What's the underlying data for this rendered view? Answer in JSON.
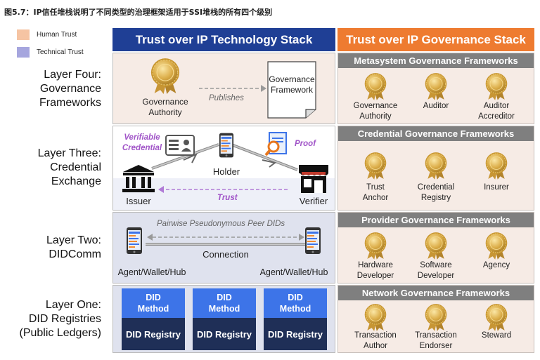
{
  "figure": {
    "title": "图5.7：IP信任堆栈说明了不同类型的治理框架适用于SSI堆栈的所有四个级别"
  },
  "legend": [
    {
      "label": "Human Trust",
      "color": "#f6c4a3"
    },
    {
      "label": "Technical Trust",
      "color": "#a6a6de"
    }
  ],
  "layers": [
    {
      "line1": "Layer Four:",
      "line2": "Governance",
      "line3": "Frameworks"
    },
    {
      "line1": "Layer Three:",
      "line2": "Credential",
      "line3": "Exchange"
    },
    {
      "line1": "Layer Two:",
      "line2": "DIDComm",
      "line3": ""
    },
    {
      "line1": "Layer One:",
      "line2": "DID Registries",
      "line3": "(Public Ledgers)"
    }
  ],
  "tech_stack": {
    "header": "Trust over IP Technology Stack",
    "l4": {
      "authority_line1": "Governance",
      "authority_line2": "Authority",
      "publishes": "Publishes",
      "doc_line1": "Governance",
      "doc_line2": "Framework"
    },
    "l3": {
      "vc_line1": "Verifiable",
      "vc_line2": "Credential",
      "proof": "Proof",
      "holder": "Holder",
      "issuer": "Issuer",
      "verifier": "Verifier",
      "trust": "Trust"
    },
    "l2": {
      "pairwise": "Pairwise Pseudonymous Peer DIDs",
      "connection": "Connection",
      "left_agent": "Agent/Wallet/Hub",
      "right_agent": "Agent/Wallet/Hub"
    },
    "l1": [
      {
        "method_line1": "DID",
        "method_line2": "Method",
        "registry": "DID Registry"
      },
      {
        "method_line1": "DID",
        "method_line2": "Method",
        "registry": "DID Registry"
      },
      {
        "method_line1": "DID",
        "method_line2": "Method",
        "registry": "DID Registry"
      }
    ]
  },
  "gov_stack": {
    "header": "Trust over IP Governance Stack",
    "boxes": [
      {
        "title": "Metasystem Governance Frameworks",
        "roles": [
          {
            "line1": "Governance",
            "line2": "Authority"
          },
          {
            "line1": "Auditor",
            "line2": ""
          },
          {
            "line1": "Auditor",
            "line2": "Accreditor"
          }
        ]
      },
      {
        "title": "Credential Governance Frameworks",
        "roles": [
          {
            "line1": "Trust",
            "line2": "Anchor"
          },
          {
            "line1": "Credential",
            "line2": "Registry"
          },
          {
            "line1": "Insurer",
            "line2": ""
          }
        ]
      },
      {
        "title": "Provider Governance Frameworks",
        "roles": [
          {
            "line1": "Hardware",
            "line2": "Developer"
          },
          {
            "line1": "Software",
            "line2": "Developer"
          },
          {
            "line1": "Agency",
            "line2": ""
          }
        ]
      },
      {
        "title": "Network Governance Frameworks",
        "roles": [
          {
            "line1": "Transaction",
            "line2": "Author"
          },
          {
            "line1": "Transaction",
            "line2": "Endorser"
          },
          {
            "line1": "Steward",
            "line2": ""
          }
        ]
      }
    ]
  },
  "colors": {
    "tech_header": "#1f3f95",
    "gov_header": "#ee7b30",
    "gov_box_title": "#7f7f7f",
    "did_method": "#3d74e8",
    "did_registry": "#1f2f57",
    "medal_gold": "#d9a63a"
  },
  "icons": {
    "medal": "gold-medal-icon",
    "document": "document-icon",
    "phone": "smartphone-icon",
    "issuer": "bank-building-icon",
    "verifier": "storefront-icon",
    "credential": "id-card-icon",
    "proof": "magnifier-document-icon"
  }
}
